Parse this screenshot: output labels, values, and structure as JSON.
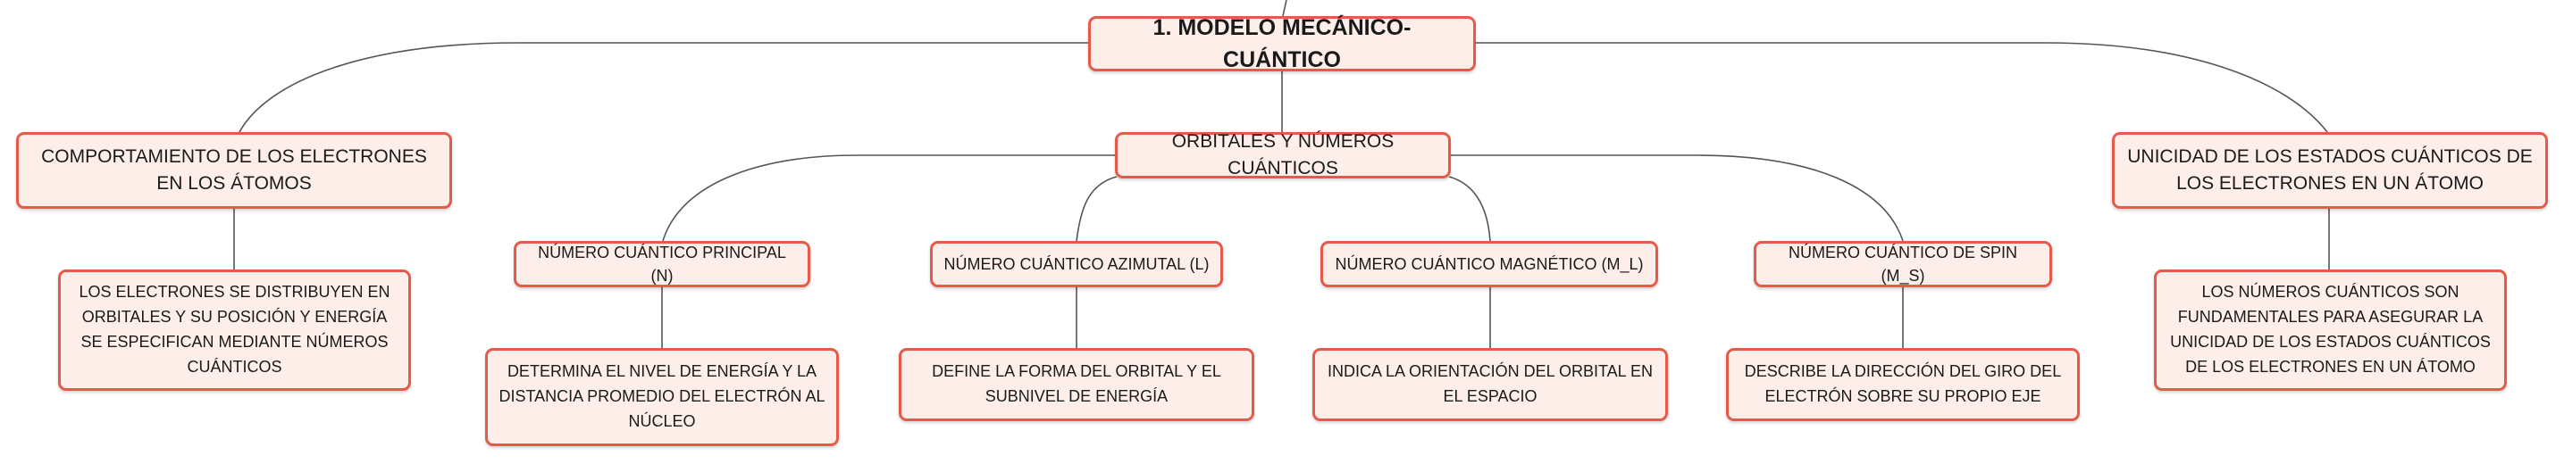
{
  "root": {
    "label": "1. MODELO MECÁNICO-CUÁNTICO"
  },
  "branches": {
    "comportamiento": {
      "label": "COMPORTAMIENTO DE LOS ELECTRONES EN LOS ÁTOMOS",
      "detail": "LOS ELECTRONES SE DISTRIBUYEN EN ORBITALES Y SU POSICIÓN Y ENERGÍA SE ESPECIFICAN MEDIANTE NÚMEROS CUÁNTICOS"
    },
    "orbitales": {
      "label": "ORBITALES Y NÚMEROS CUÁNTICOS",
      "children": [
        {
          "label": "NÚMERO CUÁNTICO PRINCIPAL (N)",
          "detail": "DETERMINA EL NIVEL DE ENERGÍA Y LA DISTANCIA PROMEDIO DEL ELECTRÓN AL NÚCLEO"
        },
        {
          "label": "NÚMERO CUÁNTICO AZIMUTAL (L)",
          "detail": "DEFINE LA FORMA DEL ORBITAL Y EL SUBNIVEL DE ENERGÍA"
        },
        {
          "label": "NÚMERO CUÁNTICO MAGNÉTICO (M_L)",
          "detail": "INDICA LA ORIENTACIÓN DEL ORBITAL EN EL ESPACIO"
        },
        {
          "label": "NÚMERO CUÁNTICO DE SPIN (M_S)",
          "detail": "DESCRIBE LA DIRECCIÓN DEL GIRO DEL ELECTRÓN SOBRE SU PROPIO EJE"
        }
      ]
    },
    "unicidad": {
      "label": "UNICIDAD DE LOS ESTADOS CUÁNTICOS DE LOS ELECTRONES EN UN ÁTOMO",
      "detail": "LOS NÚMEROS CUÁNTICOS SON FUNDAMENTALES PARA ASEGURAR LA UNICIDAD DE LOS ESTADOS CUÁNTICOS DE LOS ELECTRONES EN UN ÁTOMO"
    }
  },
  "colors": {
    "border": "#e45b4a",
    "fill": "#fdeeea",
    "line": "#555555"
  }
}
